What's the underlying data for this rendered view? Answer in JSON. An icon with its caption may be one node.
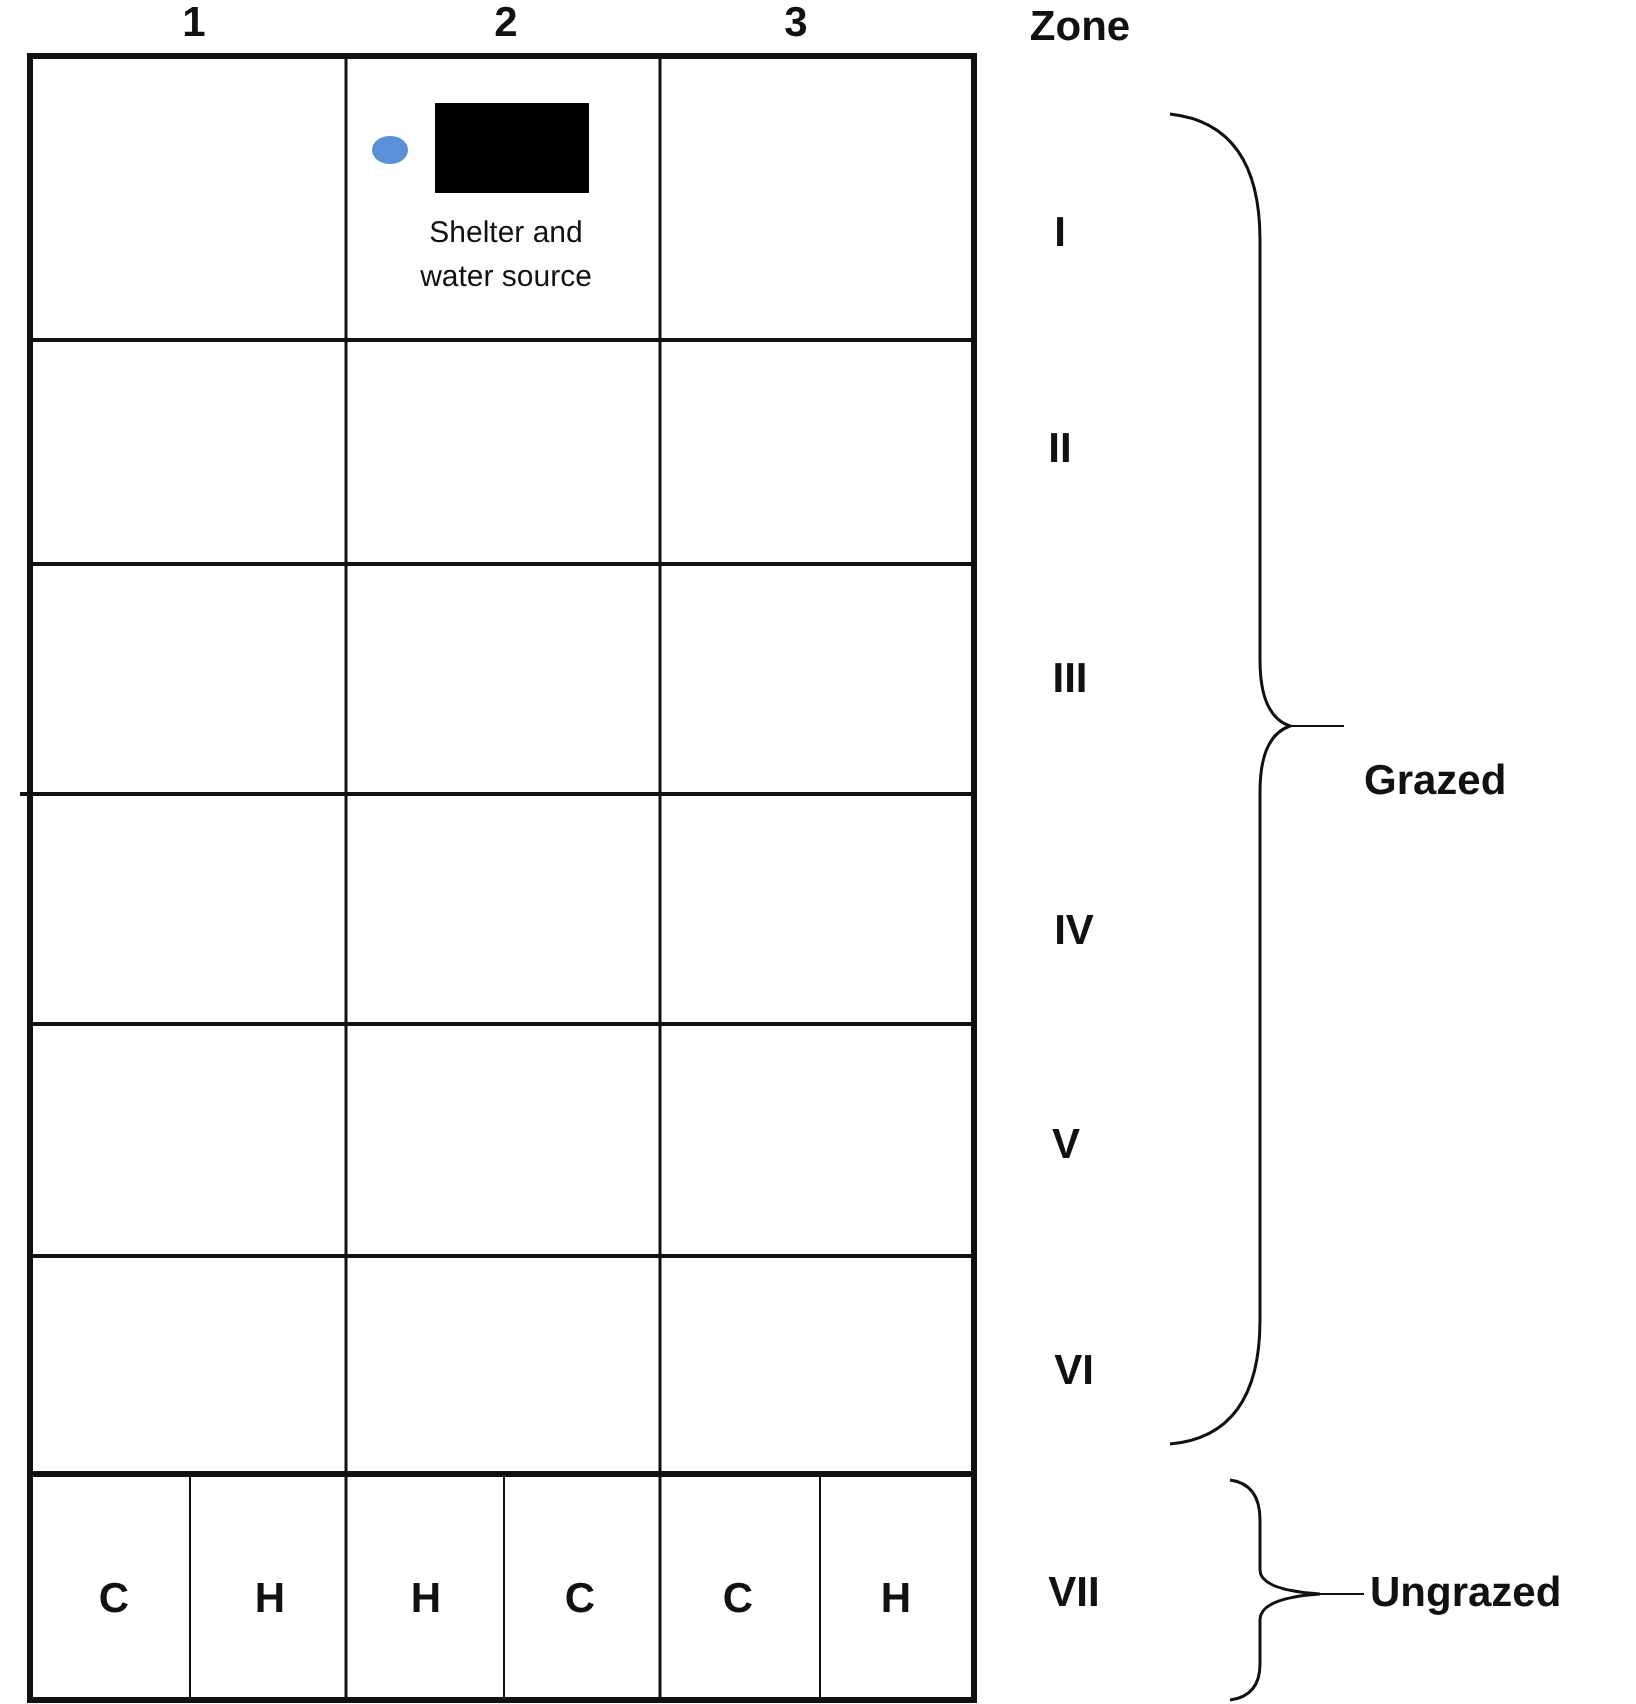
{
  "diagram": {
    "nodes": [
      {
        "text": [],
        "shape": "circle"
      },
      {
        "text": [],
        "shape": "box"
      }
    ],
    "labels": [
      "1",
      "2",
      "3",
      "Zone",
      "Shelter and water source",
      "I",
      "II",
      "III",
      "Grazed",
      "IV",
      "V",
      "VI",
      "C",
      "H",
      "H",
      "C",
      "C",
      "H",
      "VII",
      "Ungrazed"
    ]
  }
}
